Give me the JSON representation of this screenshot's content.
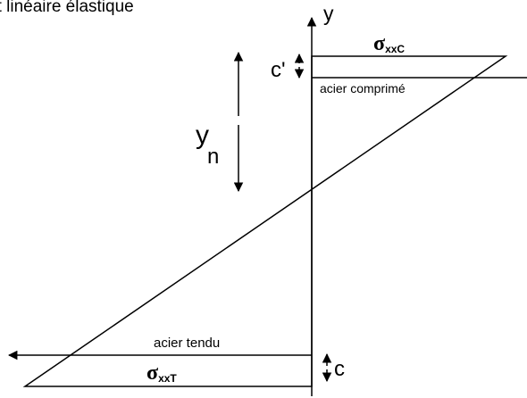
{
  "title_fragment": "et linéaire élastique",
  "axis": {
    "y_label": "y"
  },
  "labels": {
    "sigma_symbol": "σ",
    "sigma_top_sub": "xxC",
    "sigma_bottom_sub": "xxT",
    "c_prime": "c'",
    "c": "c",
    "y_main": "y",
    "y_sub": "n",
    "acier_comprime": "acier comprimé",
    "acier_tendu": "acier tendu"
  },
  "colors": {
    "ink": "#000000",
    "background": "#ffffff"
  }
}
